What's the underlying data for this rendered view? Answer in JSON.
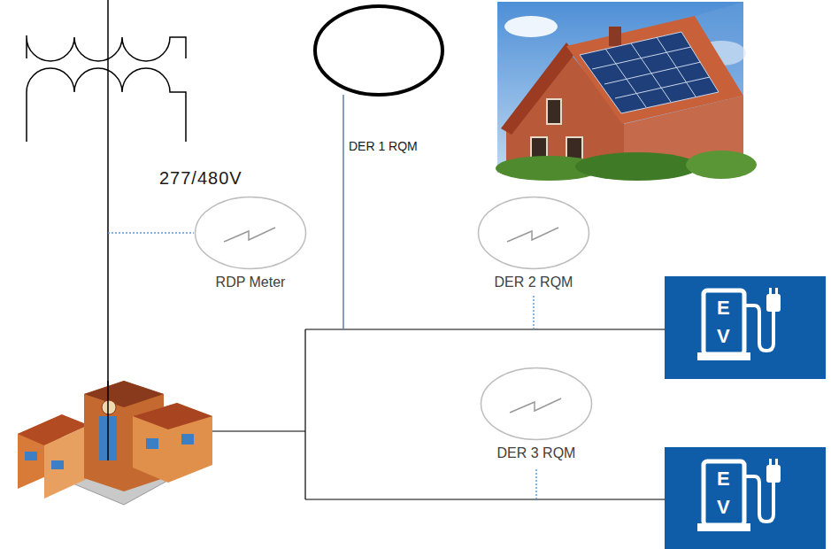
{
  "diagram": {
    "nodes": [
      {
        "text": [
          "RDP Meter"
        ]
      },
      {
        "text": [
          "DER 2 RQM"
        ]
      },
      {
        "text": [
          "DER 3 RQM"
        ]
      }
    ],
    "labels": [
      "277/480V",
      "DER 1 RQM",
      "E",
      "V",
      "E",
      "V"
    ]
  }
}
